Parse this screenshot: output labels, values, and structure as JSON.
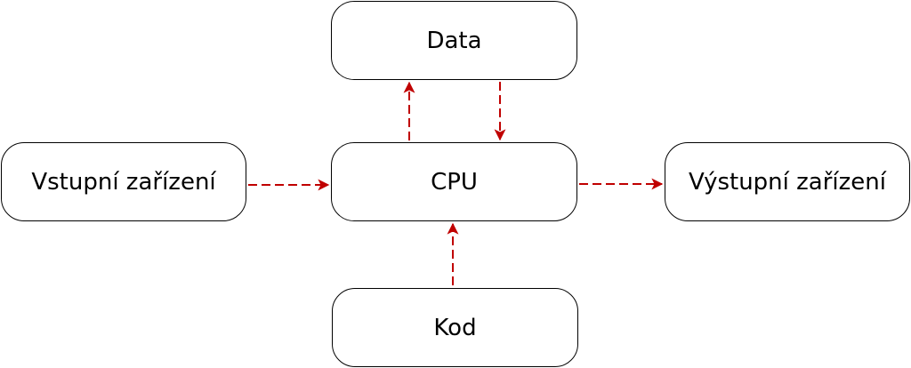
{
  "diagram": {
    "nodes": {
      "data": "Data",
      "cpu": "CPU",
      "code": "Kod",
      "input": "Vstupní zařízení",
      "output": "Výstupní zařízení"
    },
    "edges": [
      {
        "from": "input",
        "to": "cpu"
      },
      {
        "from": "cpu",
        "to": "output"
      },
      {
        "from": "cpu",
        "to": "data"
      },
      {
        "from": "data",
        "to": "cpu"
      },
      {
        "from": "code",
        "to": "cpu"
      }
    ],
    "colors": {
      "arrow": "#c00000",
      "box_border": "#000000",
      "text": "#000000",
      "background": "#ffffff"
    }
  }
}
